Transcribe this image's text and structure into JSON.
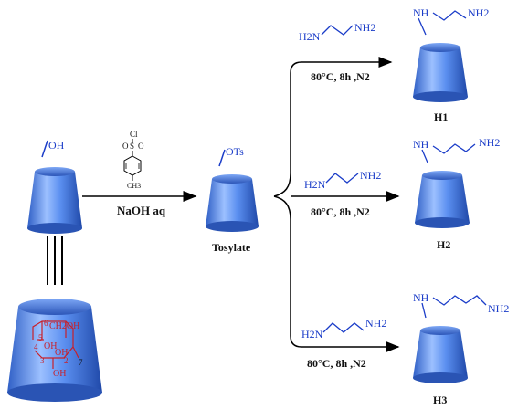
{
  "colors": {
    "cone_light": "#b9d4ff",
    "cone_mid": "#4f86e8",
    "cone_dark": "#2450b0",
    "label_blue": "#1a3cc8",
    "glucose_red": "#c8202a",
    "arrow": "#000000"
  },
  "start": {
    "oh_label": "OH"
  },
  "reagent_tscl": {
    "cl": "Cl",
    "o_left": "O",
    "s": "S",
    "o_right": "O",
    "methyl": "CH3"
  },
  "step1": {
    "conditions": "NaOH  aq"
  },
  "tosylate": {
    "group_label": "OTs",
    "name": "Tosylate"
  },
  "glucose_unit": {
    "c6": "6",
    "ch2oh": "CH2OH",
    "c5": "5",
    "oh4": "OH",
    "c4": "4",
    "oh3": "OH",
    "c3": "3",
    "c2": "2",
    "oh2": "OH",
    "c7": "7"
  },
  "branches": [
    {
      "amine_label_left": "H2N",
      "amine_label_right": "NH2",
      "conditions": "80°C,  8h  ,N2",
      "product_nh": "NH",
      "product_nh2": "NH2",
      "product_name": "H1"
    },
    {
      "amine_label_left": "H2N",
      "amine_label_right": "NH2",
      "conditions": "80°C,  8h  ,N2",
      "product_nh": "NH",
      "product_nh2": "NH2",
      "product_name": "H2"
    },
    {
      "amine_label_left": "H2N",
      "amine_label_right": "NH2",
      "conditions": "80°C,  8h  ,N2",
      "product_nh": "NH",
      "product_nh2": "NH2",
      "product_name": "H3"
    }
  ]
}
